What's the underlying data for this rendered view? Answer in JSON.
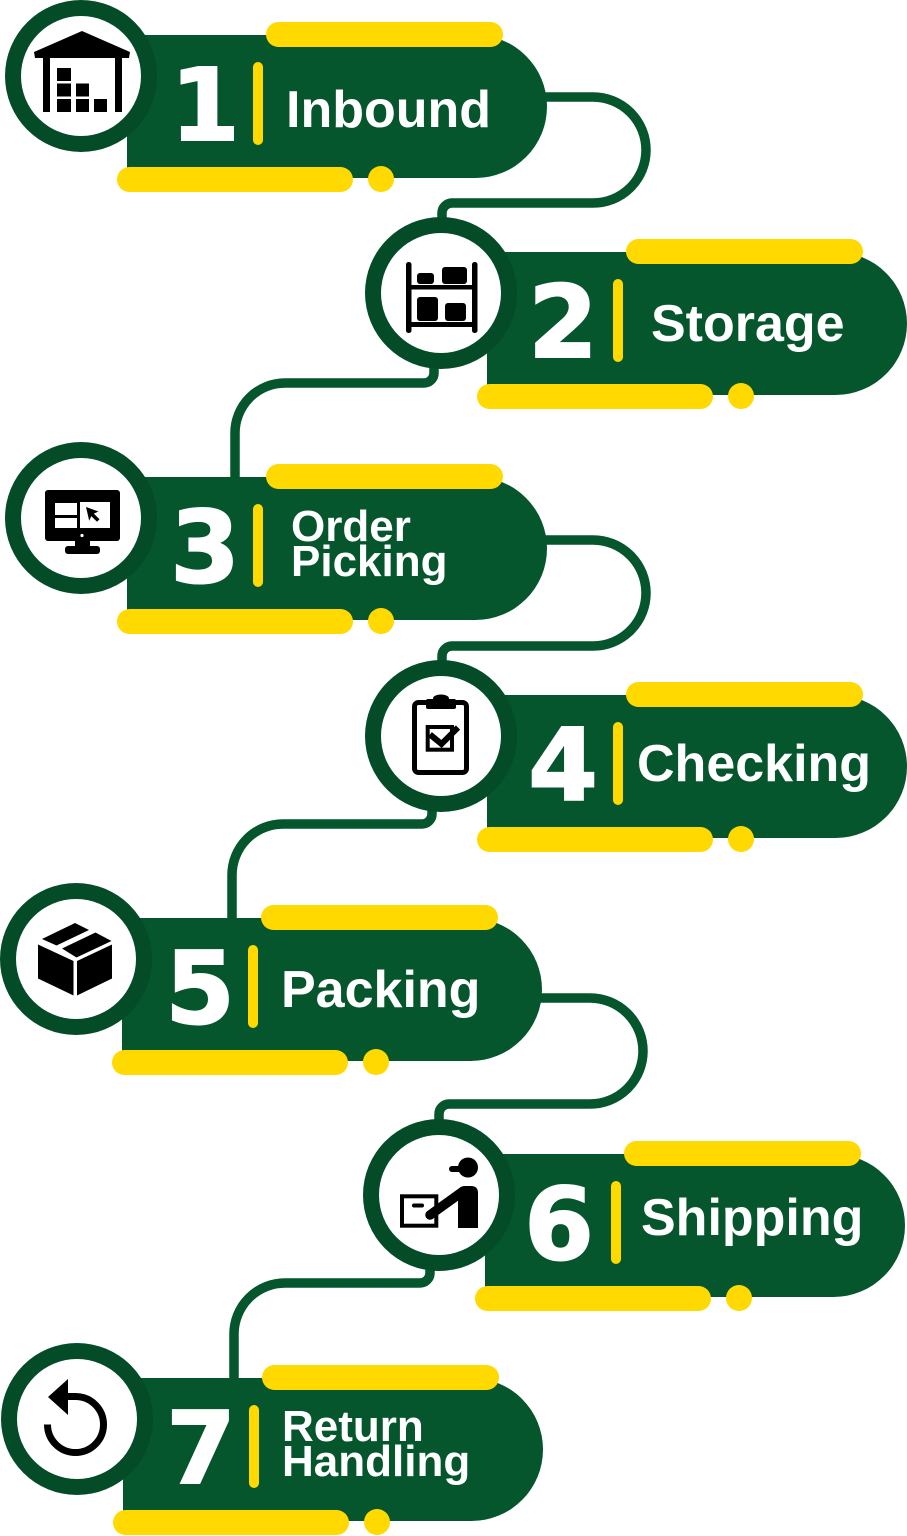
{
  "colors": {
    "banner_green": "#05552D",
    "badge_ring_green": "#044B28",
    "accent_yellow": "#FFD900",
    "label_text": "#FFFFFF",
    "icon": "#000000",
    "icon_background": "#FFFFFF"
  },
  "steps": [
    {
      "number": "1",
      "label_lines": [
        "Inbound"
      ],
      "icon": "warehouse-icon"
    },
    {
      "number": "2",
      "label_lines": [
        "Storage"
      ],
      "icon": "storage-shelf-icon"
    },
    {
      "number": "3",
      "label_lines": [
        "Order",
        "Picking"
      ],
      "icon": "computer-monitor-icon"
    },
    {
      "number": "4",
      "label_lines": [
        "Checking"
      ],
      "icon": "clipboard-check-icon"
    },
    {
      "number": "5",
      "label_lines": [
        "Packing"
      ],
      "icon": "package-box-icon"
    },
    {
      "number": "6",
      "label_lines": [
        "Shipping"
      ],
      "icon": "delivery-person-icon"
    },
    {
      "number": "7",
      "label_lines": [
        "Return",
        "Handling"
      ],
      "icon": "return-arrow-icon"
    }
  ]
}
